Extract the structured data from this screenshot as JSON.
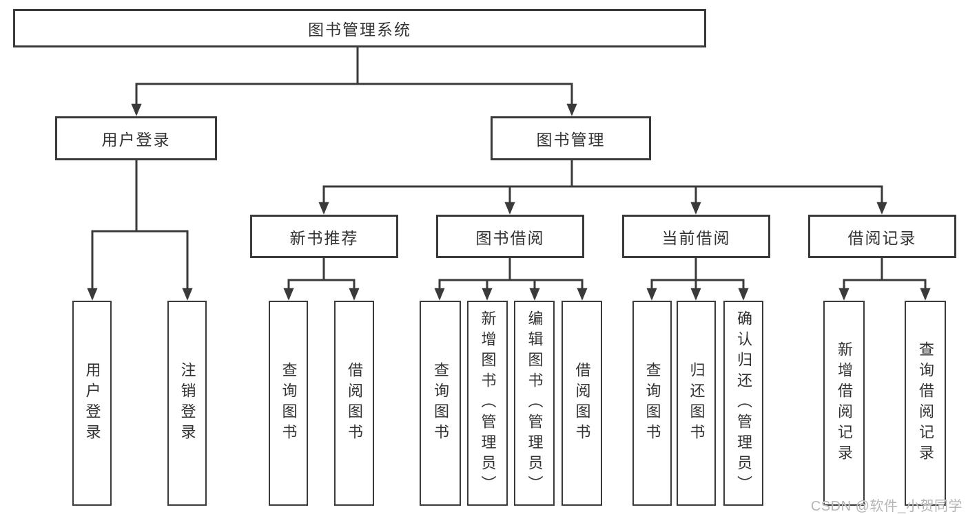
{
  "diagram": {
    "root": {
      "label": "图书管理系统",
      "children": [
        {
          "label": "用户登录",
          "children": [
            {
              "label": "用户登录"
            },
            {
              "label": "注销登录"
            }
          ]
        },
        {
          "label": "图书管理",
          "children": [
            {
              "label": "新书推荐",
              "children": [
                {
                  "label": "查询图书"
                },
                {
                  "label": "借阅图书"
                }
              ]
            },
            {
              "label": "图书借阅",
              "children": [
                {
                  "label": "查询图书"
                },
                {
                  "label": "新增图书（管理员）"
                },
                {
                  "label": "编辑图书（管理员）"
                },
                {
                  "label": "借阅图书"
                }
              ]
            },
            {
              "label": "当前借阅",
              "children": [
                {
                  "label": "查询图书"
                },
                {
                  "label": "归还图书"
                },
                {
                  "label": "确认归还（管理员）"
                }
              ]
            },
            {
              "label": "借阅记录",
              "children": [
                {
                  "label": "新增借阅记录"
                },
                {
                  "label": "查询借阅记录"
                }
              ]
            }
          ]
        }
      ]
    }
  },
  "watermark": "CSDN @软件_小贺同学",
  "colors": {
    "line": "#3a3a3a",
    "text": "#333333",
    "background": "#ffffff",
    "watermark": "#b5b5b5"
  }
}
